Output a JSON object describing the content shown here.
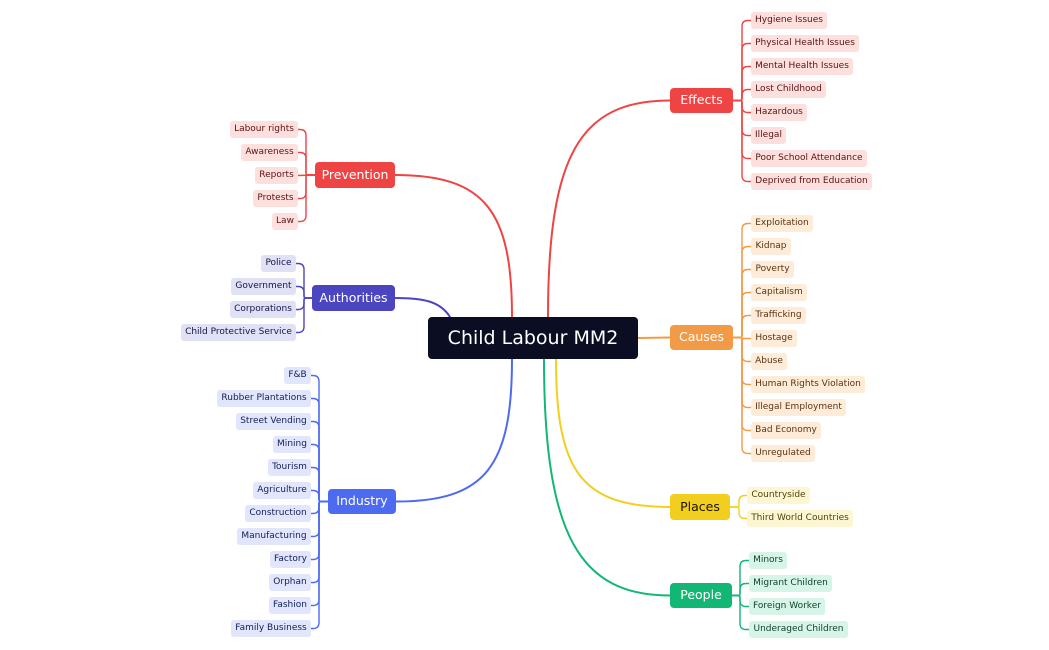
{
  "root": "Child Labour MM2",
  "branches": [
    {
      "id": "effects",
      "label": "Effects",
      "color": "#ef4444",
      "leafBg": "#fde0de",
      "leafText": "#5c1212",
      "items": [
        "Hygiene Issues",
        "Physical Health Issues",
        "Mental Health Issues",
        "Lost Childhood",
        "Hazardous",
        "Illegal",
        "Poor School Attendance",
        "Deprived from Education"
      ]
    },
    {
      "id": "causes",
      "label": "Causes",
      "color": "#f39a47",
      "leafBg": "#feecd9",
      "leafText": "#5c3210",
      "items": [
        "Exploitation",
        "Kidnap",
        "Poverty",
        "Capitalism",
        "Trafficking",
        "Hostage",
        "Abuse",
        "Human Rights Violation",
        "Illegal Employment",
        "Bad Economy",
        "Unregulated"
      ]
    },
    {
      "id": "places",
      "label": "Places",
      "color": "#f2cf1f",
      "leafBg": "#fdf6d3",
      "leafText": "#4f420a",
      "items": [
        "Countryside",
        "Third World Countries"
      ]
    },
    {
      "id": "people",
      "label": "People",
      "color": "#12b675",
      "leafBg": "#d6f5e8",
      "leafText": "#0d3f2a",
      "items": [
        "Minors",
        "Migrant Children",
        "Foreign Worker",
        "Underaged Children"
      ]
    },
    {
      "id": "prevention",
      "label": "Prevention",
      "color": "#ef4444",
      "leafBg": "#fde0de",
      "leafText": "#5c1212",
      "items": [
        "Labour rights",
        "Awareness",
        "Reports",
        "Protests",
        "Law"
      ]
    },
    {
      "id": "authorities",
      "label": "Authorities",
      "color": "#4b46c0",
      "leafBg": "#e1e1f6",
      "leafText": "#15144a",
      "items": [
        "Police",
        "Government",
        "Corporations",
        "Child Protective Service"
      ]
    },
    {
      "id": "industry",
      "label": "Industry",
      "color": "#4d6bf0",
      "leafBg": "#e1e6fd",
      "leafText": "#121f57",
      "items": [
        "F&B",
        "Rubber Plantations",
        "Street Vending",
        "Mining",
        "Tourism",
        "Agriculture",
        "Construction",
        "Manufacturing",
        "Factory",
        "Orphan",
        "Fashion",
        "Family Business"
      ]
    }
  ]
}
